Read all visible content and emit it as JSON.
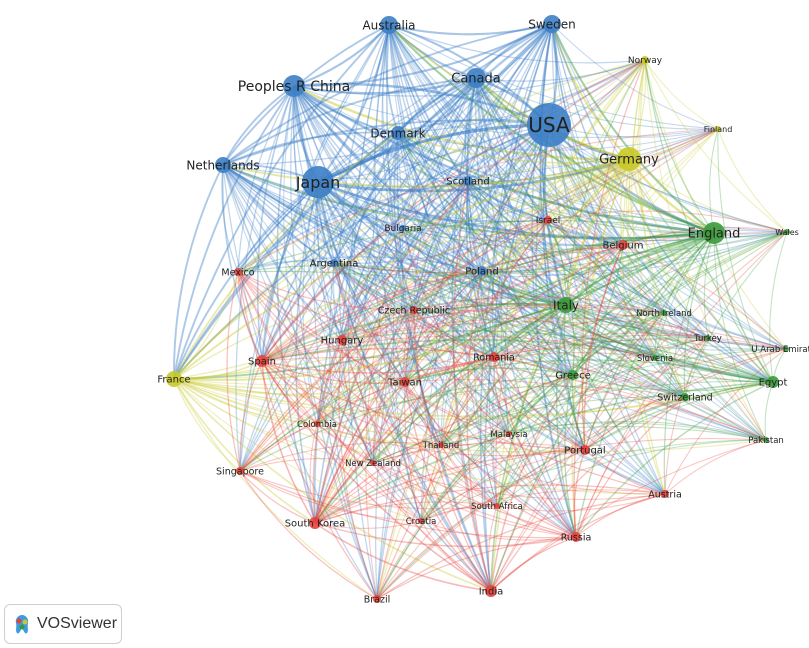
{
  "app": {
    "name": "VOSviewer"
  },
  "colors": {
    "1": "#e8413c",
    "2": "#3a9a3a",
    "3": "#3d7fc6",
    "4": "#c9c92a"
  },
  "nodes": [
    {
      "id": "usa",
      "label": "USA",
      "cluster": 3
    },
    {
      "id": "peoples-r-china",
      "label": "Peoples R China",
      "cluster": 3
    },
    {
      "id": "japan",
      "label": "Japan",
      "cluster": 3
    },
    {
      "id": "australia",
      "label": "Australia",
      "cluster": 3
    },
    {
      "id": "sweden",
      "label": "Sweden",
      "cluster": 3
    },
    {
      "id": "canada",
      "label": "Canada",
      "cluster": 3
    },
    {
      "id": "denmark",
      "label": "Denmark",
      "cluster": 3
    },
    {
      "id": "netherlands",
      "label": "Netherlands",
      "cluster": 3
    },
    {
      "id": "scotland",
      "label": "Scotland",
      "cluster": 3
    },
    {
      "id": "argentina",
      "label": "Argentina",
      "cluster": 3
    },
    {
      "id": "poland",
      "label": "Poland",
      "cluster": 3
    },
    {
      "id": "bulgaria",
      "label": "Bulgaria",
      "cluster": 3
    },
    {
      "id": "germany",
      "label": "Germany",
      "cluster": 4
    },
    {
      "id": "norway",
      "label": "Norway",
      "cluster": 4
    },
    {
      "id": "finland",
      "label": "Finland",
      "cluster": 4
    },
    {
      "id": "france",
      "label": "France",
      "cluster": 4
    },
    {
      "id": "england",
      "label": "England",
      "cluster": 2
    },
    {
      "id": "italy",
      "label": "Italy",
      "cluster": 2
    },
    {
      "id": "wales",
      "label": "Wales",
      "cluster": 2
    },
    {
      "id": "north-ireland",
      "label": "North Ireland",
      "cluster": 2
    },
    {
      "id": "turkey",
      "label": "Turkey",
      "cluster": 2
    },
    {
      "id": "u-arab-emirates",
      "label": "U Arab Emirates",
      "cluster": 2
    },
    {
      "id": "slovenia",
      "label": "Slovenia",
      "cluster": 2
    },
    {
      "id": "greece",
      "label": "Greece",
      "cluster": 2
    },
    {
      "id": "egypt",
      "label": "Egypt",
      "cluster": 2
    },
    {
      "id": "switzerland",
      "label": "Switzerland",
      "cluster": 2
    },
    {
      "id": "pakistan",
      "label": "Pakistan",
      "cluster": 2
    },
    {
      "id": "israel",
      "label": "Israel",
      "cluster": 1
    },
    {
      "id": "belgium",
      "label": "Belgium",
      "cluster": 1
    },
    {
      "id": "mexico",
      "label": "Mexico",
      "cluster": 1
    },
    {
      "id": "czech-republic",
      "label": "Czech Republic",
      "cluster": 1
    },
    {
      "id": "hungary",
      "label": "Hungary",
      "cluster": 1
    },
    {
      "id": "spain",
      "label": "Spain",
      "cluster": 1
    },
    {
      "id": "romania",
      "label": "Romania",
      "cluster": 1
    },
    {
      "id": "taiwan",
      "label": "Taiwan",
      "cluster": 1
    },
    {
      "id": "colombia",
      "label": "Colombia",
      "cluster": 1
    },
    {
      "id": "thailand",
      "label": "Thailand",
      "cluster": 1
    },
    {
      "id": "malaysia",
      "label": "Malaysia",
      "cluster": 1
    },
    {
      "id": "portugal",
      "label": "Portugal",
      "cluster": 1
    },
    {
      "id": "new-zealand",
      "label": "New Zealand",
      "cluster": 1
    },
    {
      "id": "singapore",
      "label": "Singapore",
      "cluster": 1
    },
    {
      "id": "south-africa",
      "label": "South Africa",
      "cluster": 1
    },
    {
      "id": "austria",
      "label": "Austria",
      "cluster": 1
    },
    {
      "id": "south-korea",
      "label": "South Korea",
      "cluster": 1
    },
    {
      "id": "croatia",
      "label": "Croatia",
      "cluster": 1
    },
    {
      "id": "russia",
      "label": "Russia",
      "cluster": 1
    },
    {
      "id": "india",
      "label": "India",
      "cluster": 1
    },
    {
      "id": "brazil",
      "label": "Brazil",
      "cluster": 1
    }
  ]
}
